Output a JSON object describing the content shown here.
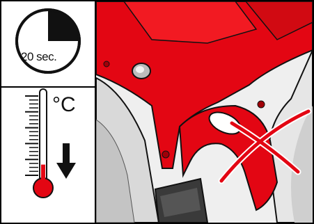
{
  "timer": {
    "label": "20 sec.",
    "elapsed_fraction": 0.25
  },
  "thermometer": {
    "unit": "°C",
    "level_fraction": 0.18,
    "direction_icon": "arrow-down-icon"
  },
  "scene": {
    "machine_color": "#e30613",
    "prohibition_icon": "cross-icon"
  },
  "colors": {
    "red": "#e30613",
    "black": "#111111"
  }
}
